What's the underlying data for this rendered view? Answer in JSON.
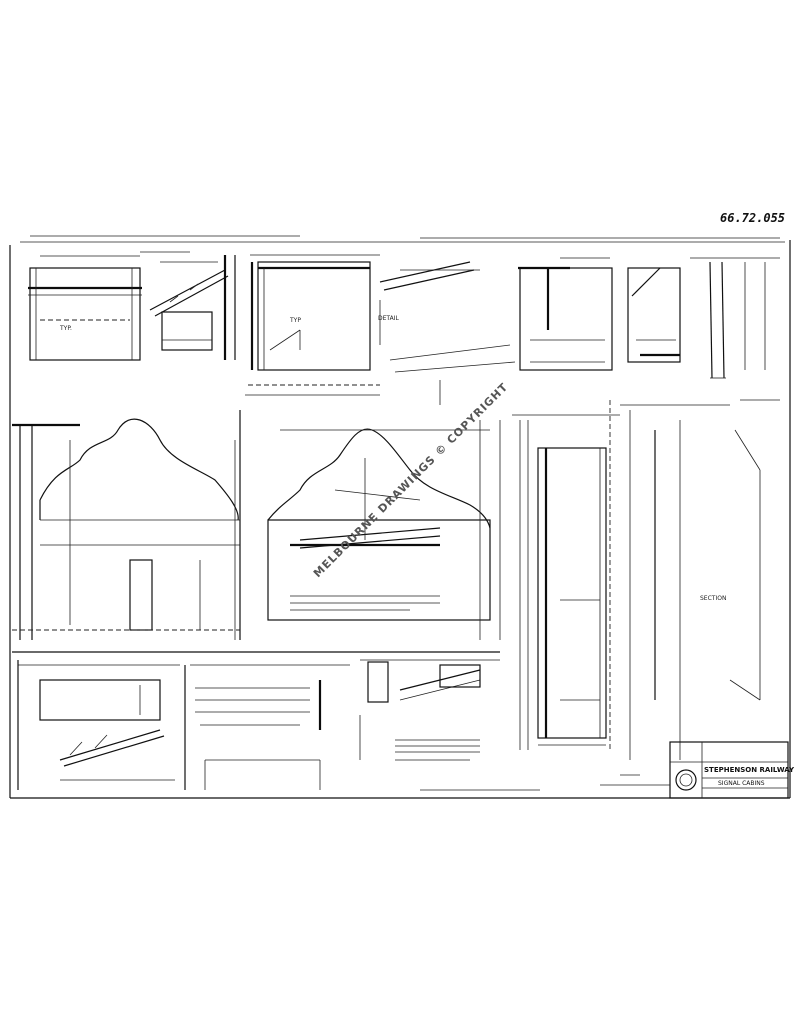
{
  "drawing": {
    "number": "66.72.055"
  },
  "watermark": {
    "text": "MELBOURNE DRAWINGS © COPYRIGHT"
  },
  "title_block": {
    "line1": "STEPHENSON RAILWAY",
    "line2": "SIGNAL CABINS"
  },
  "style": {
    "ink_color": "#111111",
    "paper_color": "#ffffff"
  }
}
